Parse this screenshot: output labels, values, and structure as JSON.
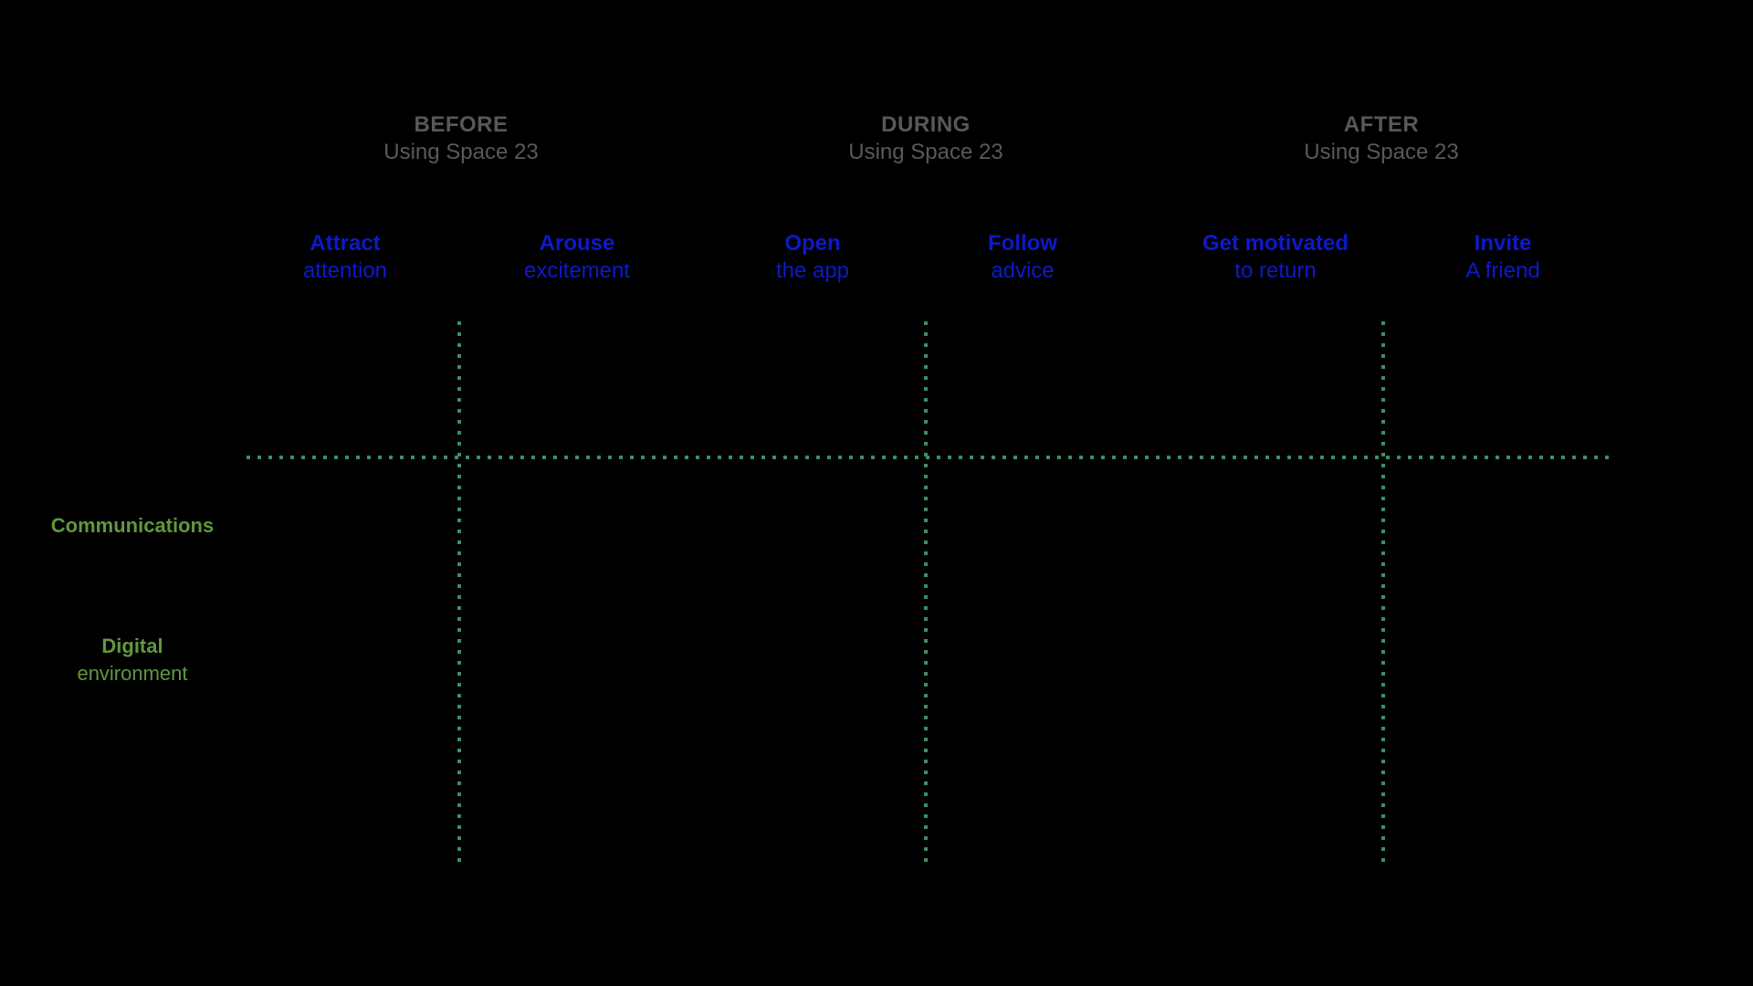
{
  "diagram": {
    "type": "customer-journey-map",
    "product": "Space 23"
  },
  "colors": {
    "background": "#000000",
    "phase_text": "#58585A",
    "stage_text": "#0D1AC8",
    "row_label_text": "#61973D",
    "grid_dotted_line": "#3E8E62"
  },
  "phases": [
    {
      "name": "BEFORE",
      "subtitle": "Using Space 23"
    },
    {
      "name": "DURING",
      "subtitle": "Using Space 23"
    },
    {
      "name": "AFTER",
      "subtitle": "Using Space 23"
    }
  ],
  "stages": [
    {
      "title": "Attract",
      "subtitle": "attention"
    },
    {
      "title": "Arouse",
      "subtitle": "excitement"
    },
    {
      "title": "Open",
      "subtitle": "the app"
    },
    {
      "title": "Follow",
      "subtitle": "advice"
    },
    {
      "title": "Get motivated",
      "subtitle": "to return"
    },
    {
      "title": "Invite",
      "subtitle": "A friend"
    }
  ],
  "rows": [
    {
      "title": "Communications",
      "subtitle": ""
    },
    {
      "title": "Digital",
      "subtitle": "environment"
    }
  ]
}
